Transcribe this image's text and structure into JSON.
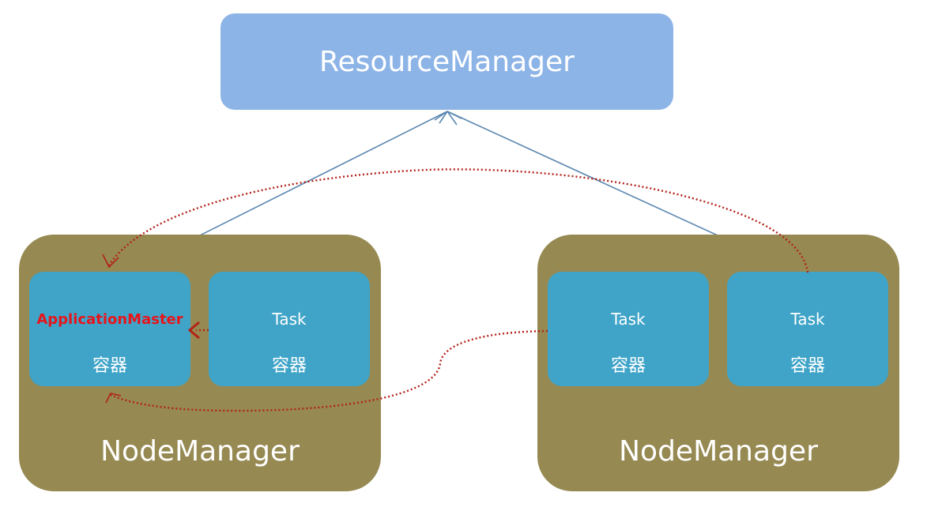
{
  "resource_manager": {
    "label": "ResourceManager"
  },
  "node_managers": [
    {
      "label": "NodeManager",
      "containers": [
        {
          "name": "ApplicationMaster",
          "sub": "容器"
        },
        {
          "name": "Task",
          "sub": "容器"
        }
      ]
    },
    {
      "label": "NodeManager",
      "containers": [
        {
          "name": "Task",
          "sub": "容器"
        },
        {
          "name": "Task",
          "sub": "容器"
        }
      ]
    }
  ],
  "colors": {
    "resource_manager_fill": "#8db4e6",
    "node_manager_fill": "#968952",
    "container_fill": "#3fa4c8",
    "application_master_text": "#e8141a",
    "solid_arrow": "#5b87b0",
    "dotted_arrow": "#b22218"
  }
}
